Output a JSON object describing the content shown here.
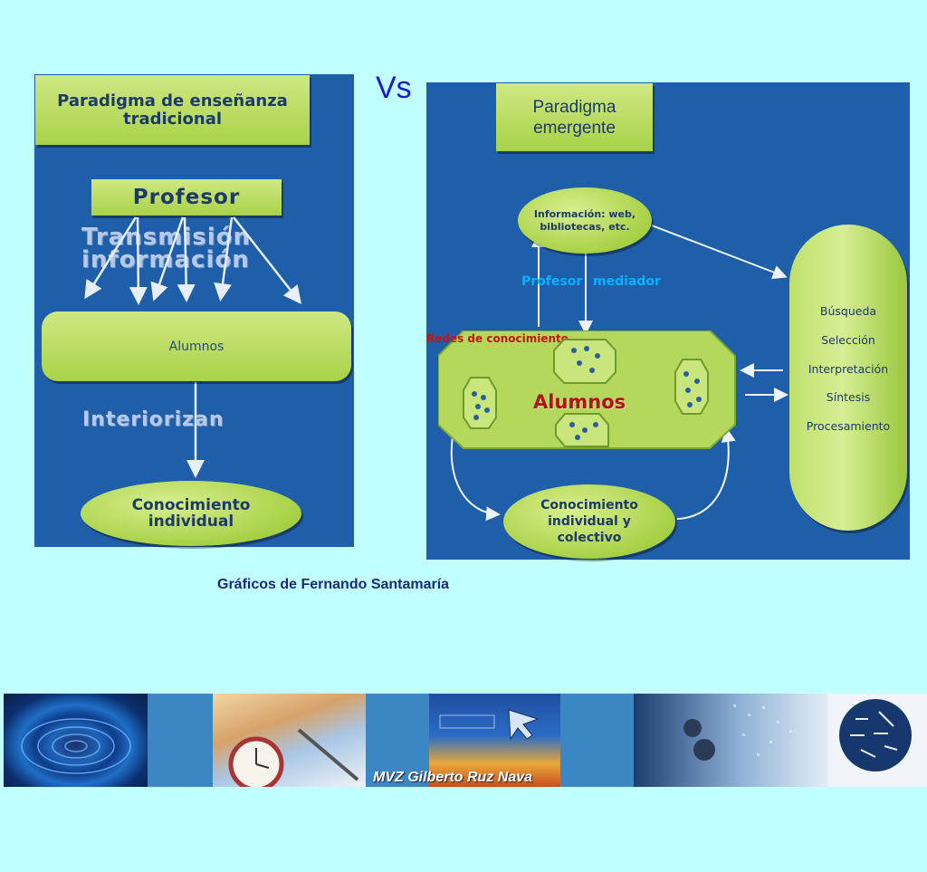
{
  "vs_label": "Vs",
  "left": {
    "title": "Paradigma de enseñanza tradicional",
    "profesor": "Profesor",
    "transmision_line1": "Transmisión",
    "transmision_line2": "información",
    "alumnos": "Alumnos",
    "interiorizan": "Interiorizan",
    "conocimiento_line1": "Conocimiento",
    "conocimiento_line2": "individual"
  },
  "right": {
    "title_line1": "Paradigma",
    "title_line2": "emergente",
    "info_line1": "Información: web,",
    "info_line2": "bibliotecas, etc.",
    "profesor": "Profesor",
    "mediador": "mediador",
    "redes": "Redes de conocimiento",
    "alumnos": "Alumnos",
    "conocimiento_line1": "Conocimiento",
    "conocimiento_line2": "individual y",
    "conocimiento_line3": "colectivo",
    "processes": [
      "Búsqueda",
      "Selección",
      "Interpretación",
      "Síntesis",
      "Procesamiento"
    ]
  },
  "caption": "Gráficos de Fernando Santamaría",
  "banner": {
    "author": "MVZ Gilberto Ruz Nava"
  },
  "colors": {
    "page_bg": "#c2ffff",
    "panel_bg": "#1f5ea8",
    "box_green": "#a9d248",
    "label_cyan": "#00b4ff",
    "redes_red": "#cc1111",
    "alumnos_red": "#b3121a"
  }
}
